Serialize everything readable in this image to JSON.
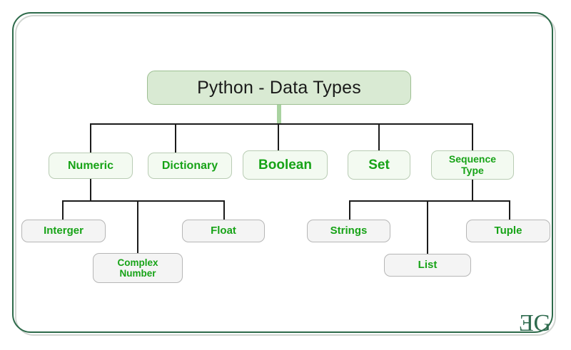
{
  "diagram": {
    "title": "Python - Data Types",
    "logo": {
      "reversed_g": "E",
      "g": "G"
    },
    "root": {
      "label": "Python - Data Types"
    },
    "level2": [
      {
        "label": "Numeric"
      },
      {
        "label": "Dictionary"
      },
      {
        "label": "Boolean"
      },
      {
        "label": "Set"
      },
      {
        "label": "Sequence\nType"
      }
    ],
    "level3_numeric": [
      {
        "label": "Interger"
      },
      {
        "label": "Complex\nNumber"
      },
      {
        "label": "Float"
      }
    ],
    "level3_sequence": [
      {
        "label": "Strings"
      },
      {
        "label": "List"
      },
      {
        "label": "Tuple"
      }
    ],
    "colors": {
      "frame_border": "#2d6a4a",
      "frame_shadow": "#d2d6d2",
      "root_fill": "#d9ead3",
      "root_border": "#9dbf92",
      "node_green_text": "#17a317",
      "level2_fill": "#f3faf1",
      "level3_fill": "#f4f4f4",
      "connector": "#1b1b1b",
      "trunk": "#a9d3a0",
      "logo": "#2f6b4f",
      "background": "#ffffff"
    }
  }
}
